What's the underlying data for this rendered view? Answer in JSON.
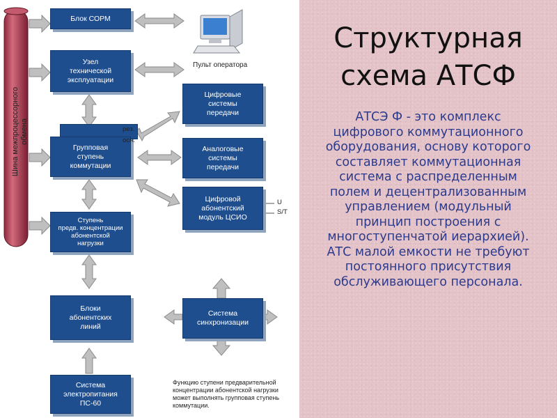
{
  "title": [
    "Структурная",
    "схема АТСФ"
  ],
  "description": [
    "АТСЭ Ф - это комплекс",
    "цифрового коммутационного",
    "оборудования, основу которого",
    "составляет коммутационная",
    "система с распределенным",
    "полем и децентрализованным",
    "управлением (модульный",
    "принцип построения с",
    "многоступенчатой иерархией).",
    "АТС малой емкости не требуют",
    "постоянного присутствия",
    "обслуживающего персонала."
  ],
  "bus_label": [
    "Шина межпроцессорного",
    "обмена"
  ],
  "blocks": {
    "sorm": [
      "Блок СОРМ"
    ],
    "maintenance": [
      "Узел",
      "технической",
      "эксплуатации"
    ],
    "group": [
      "Групповая",
      "ступень",
      "коммутации"
    ],
    "preconc": [
      "Ступень",
      "предв. концентрации",
      "абонентской",
      "нагрузки"
    ],
    "lines": [
      "Блоки",
      "абонентских",
      "линий"
    ],
    "power": [
      "Система",
      "электропитания",
      "ПС-60"
    ],
    "digital_tx": [
      "Цифровые",
      "системы",
      "передачи"
    ],
    "analog_tx": [
      "Аналоговые",
      "системы",
      "передачи"
    ],
    "subscriber": [
      "Цифровой",
      "абонентский",
      "модуль ЦСИО"
    ],
    "sync": [
      "Система",
      "синхронизации"
    ]
  },
  "labels": {
    "operator": "Пульт оператора",
    "res": "рез.",
    "main": "осн.",
    "u": "U",
    "st": "S/T"
  },
  "note": [
    "Функцию ступени предварительной",
    "концентрации абонентской нагрузки",
    "может выполнять групповая ступень",
    "коммутации."
  ],
  "colors": {
    "block": "#1f4e8f",
    "arrow": "#bfbfbf",
    "bus": "#b03d52",
    "panel": "#e4c3c8",
    "description_text": "#2b3a8c"
  }
}
